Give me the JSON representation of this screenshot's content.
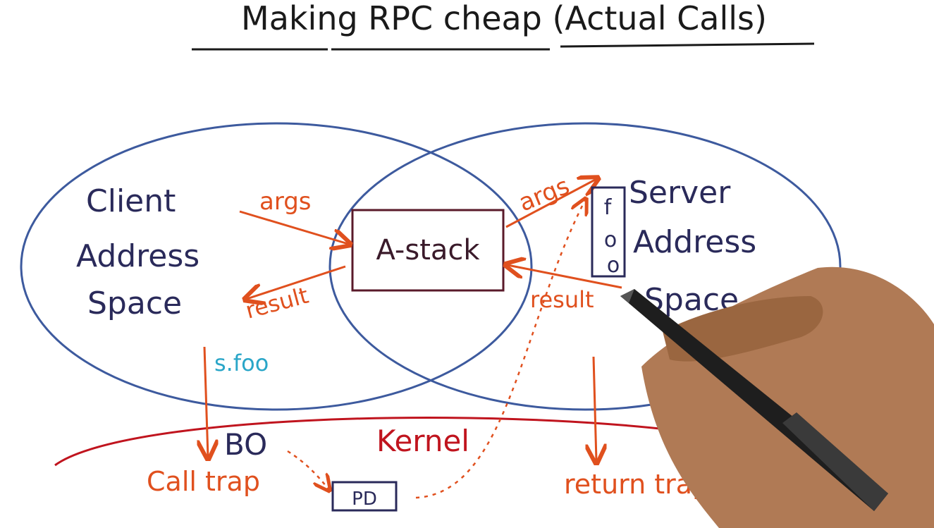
{
  "title": "Making RPC cheap (Actual Calls)",
  "client_label": [
    "Client",
    "Address",
    "Space"
  ],
  "server_label": [
    "Server",
    "Address",
    "Space"
  ],
  "astack_label": "A-stack",
  "foo_letters": [
    "f",
    "o",
    "o"
  ],
  "client_args": "args",
  "client_result": "result",
  "server_args": "args",
  "server_result": "result",
  "sfoo_label": "s.foo",
  "bo_label": "BO",
  "kernel_label": "Kernel",
  "call_trap_label": "Call trap",
  "pd_label": "PD",
  "return_trap_label": "return trap",
  "colors": {
    "ink_dark": "#2a2a5a",
    "circle_blue": "#3d5a9e",
    "orange": "#e0501e",
    "red": "#c0141e",
    "teal": "#2aa6c8",
    "box": "#5a1a2a"
  }
}
